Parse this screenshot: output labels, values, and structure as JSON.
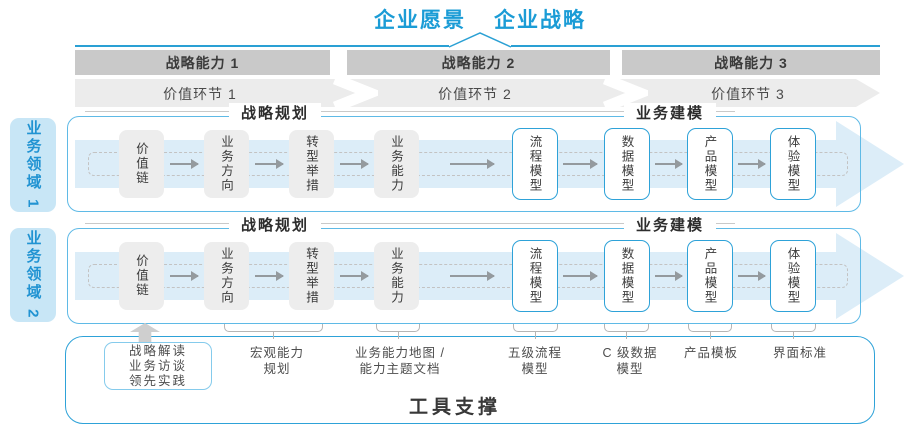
{
  "header": {
    "vision": "企业愿景",
    "strategy": "企业战略"
  },
  "capability_bars": [
    "战略能力 1",
    "战略能力 2",
    "战略能力 3"
  ],
  "value_links": [
    "价值环节 1",
    "价值环节 2",
    "价值环节 3"
  ],
  "domains": [
    "业务领域 1",
    "业务领域 2"
  ],
  "rows": {
    "section_headers": [
      "战略规划",
      "业务建模"
    ],
    "gray_boxes": [
      "价值链",
      "业务方向",
      "转型举措",
      "业务能力"
    ],
    "blue_boxes": [
      "流程模型",
      "数据模型",
      "产品模型",
      "体验模型"
    ]
  },
  "callout_box": {
    "lines": [
      "战略解读",
      "业务访谈",
      "领先实践"
    ]
  },
  "annotations": [
    {
      "lines": [
        "宏观能力",
        "规划"
      ]
    },
    {
      "lines": [
        "业务能力地图 /",
        "能力主题文档"
      ]
    },
    {
      "lines": [
        "五级流程",
        "模型"
      ]
    },
    {
      "lines": [
        "C 级数据",
        "模型"
      ]
    },
    {
      "lines": [
        "产品模板"
      ]
    },
    {
      "lines": [
        "界面标准"
      ]
    }
  ],
  "footer": {
    "label": "工具支撑"
  },
  "colors": {
    "accent_blue": "#1b9cd6",
    "container_border": "#5fbae6",
    "band_fill": "#dcedf8",
    "bar_fill": "#c9c9c9",
    "chevron_fill": "#ececec",
    "domain_tab_fill": "#c8e6f6",
    "gray_box_fill": "#ededed"
  }
}
